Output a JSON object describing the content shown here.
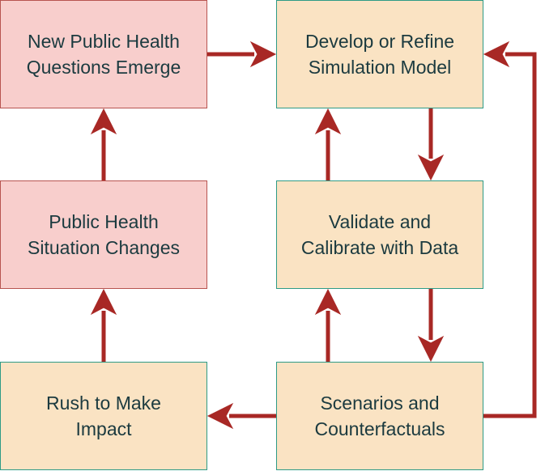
{
  "nodes": {
    "new_questions": "New Public Health\nQuestions Emerge",
    "develop_model": "Develop or Refine\nSimulation Model",
    "situation_changes": "Public Health\nSituation Changes",
    "validate": "Validate and\nCalibrate with Data",
    "rush": "Rush to Make\nImpact",
    "scenarios": "Scenarios and\nCounterfactuals"
  },
  "colors": {
    "pink_fill": "#f8cecc",
    "pink_border": "#b85450",
    "tan_fill": "#fae3c3",
    "tan_border": "#2e9b86",
    "arrow": "#a82825",
    "text": "#1b3a3f"
  },
  "edges": [
    {
      "from": "new_questions",
      "to": "develop_model"
    },
    {
      "from": "develop_model",
      "to": "validate"
    },
    {
      "from": "validate",
      "to": "develop_model"
    },
    {
      "from": "validate",
      "to": "scenarios"
    },
    {
      "from": "scenarios",
      "to": "validate"
    },
    {
      "from": "scenarios",
      "to": "develop_model"
    },
    {
      "from": "scenarios",
      "to": "rush"
    },
    {
      "from": "rush",
      "to": "situation_changes"
    },
    {
      "from": "situation_changes",
      "to": "new_questions"
    }
  ]
}
